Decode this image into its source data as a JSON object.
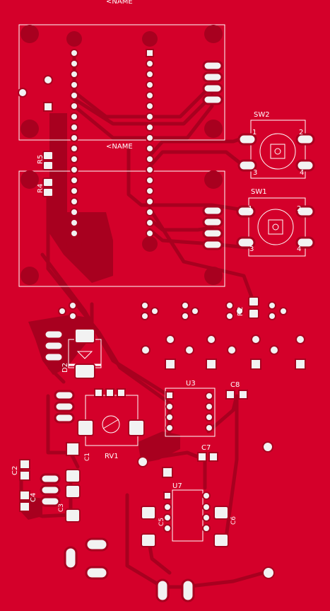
{
  "board": {
    "copper_color": "#d4002a",
    "trace_color": "#a8001f",
    "pad_color": "#f2f2f2",
    "silk_color": "#ffffff",
    "hole_color": "#8a0018"
  },
  "labels": {
    "name_top": "<NAME",
    "name_mid": "<NAME",
    "sw2": "SW2",
    "sw1": "SW1",
    "sw2_pin1": "1",
    "sw2_pin2": "2",
    "sw2_pin3": "3",
    "sw2_pin4": "4",
    "sw1_pin1": "1",
    "sw1_pin2": "2",
    "sw1_pin3": "3",
    "sw1_pin4": "4",
    "r5": "R5",
    "r4": "R4",
    "r2": "R2",
    "d2": "D2",
    "u3": "U3",
    "c8": "C8",
    "c7": "C7",
    "u7": "U7",
    "c1": "C1",
    "rv1": "RV1",
    "c2": "C2",
    "c4": "C4",
    "c3": "C3",
    "c5": "C5",
    "c6": "C6"
  }
}
